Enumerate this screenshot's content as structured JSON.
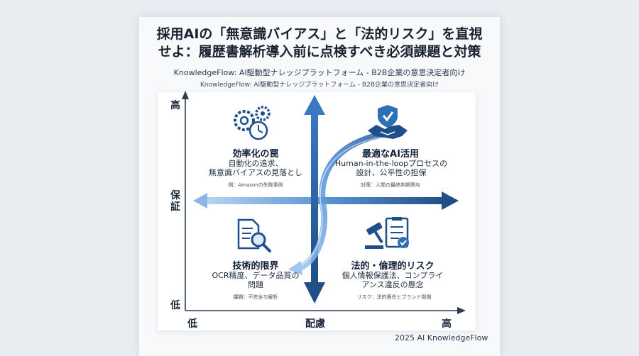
{
  "title_line1": "採用AIの「無意識バイアス」と「法的リスク」を直視",
  "title_line2": "せよ：履歴書解析導入前に点検すべき必須課題と対策",
  "subtitle1": "KnowledgeFlow: AI駆動型ナレッジプラットフォーム - B2B企業の意思決定者向け",
  "subtitle2": "KnowledgeFlow: AI駆動型ナレッジプラットフォーム - B2B企業の意思決定者向け",
  "axes": {
    "y_label": "保証",
    "y_high": "高",
    "y_low": "低",
    "x_label": "配慮",
    "x_low": "低",
    "x_high": "高"
  },
  "quadrants": {
    "top_left": {
      "title": "効率化の罠",
      "desc": [
        "自動化の追求、",
        "無意識バイアスの見落とし"
      ],
      "note": "例：Amazonの失敗事例",
      "icon": "gears-clock-icon"
    },
    "top_right": {
      "title": "最適なAI活用",
      "desc": [
        "Human-in-the-loopプロセスの",
        "設計、公平性の担保"
      ],
      "note": "対策：人間の最終判断関与",
      "icon": "handshake-shield-icon"
    },
    "bottom_left": {
      "title": "技術的限界",
      "desc": [
        "OCR精度、データ品質の",
        "問題"
      ],
      "note": "課題：不完全な解析",
      "icon": "document-magnifier-icon"
    },
    "bottom_right": {
      "title": "法的・倫理的リスク",
      "desc": [
        "個人情報保護法、コンプライ",
        "アンス違反の懸念"
      ],
      "note": "リスク：法的責任とブランド毀損",
      "icon": "gavel-checklist-icon"
    }
  },
  "colors": {
    "accent": "#3a78c2",
    "dark_arrow": "#1f4f86",
    "light_arrow": "#8ab6e6"
  },
  "footer": "2025 AI KnowledgeFlow"
}
